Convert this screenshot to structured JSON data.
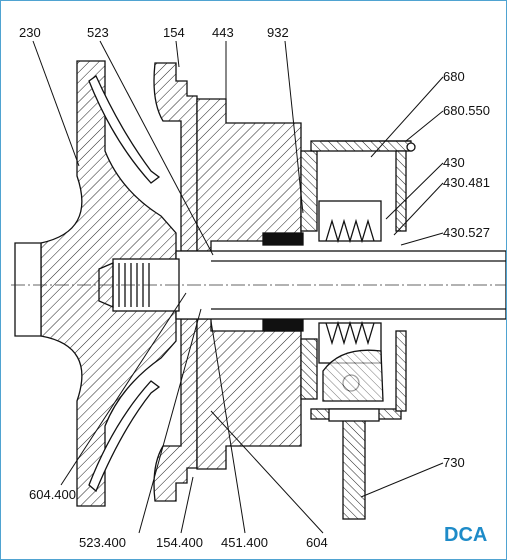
{
  "colors": {
    "accent": "#1e8bc8",
    "border": "#4fa3d1",
    "ink": "#111111"
  },
  "tag": "DCA",
  "labels": {
    "p230": "230",
    "p523": "523",
    "p154": "154",
    "p443": "443",
    "p932": "932",
    "p680": "680",
    "p680_550": "680.550",
    "p430": "430",
    "p430_481": "430.481",
    "p430_527": "430.527",
    "p730": "730",
    "p604_400": "604.400",
    "p523_400": "523.400",
    "p154_400": "154.400",
    "p451_400": "451.400",
    "p604": "604"
  }
}
